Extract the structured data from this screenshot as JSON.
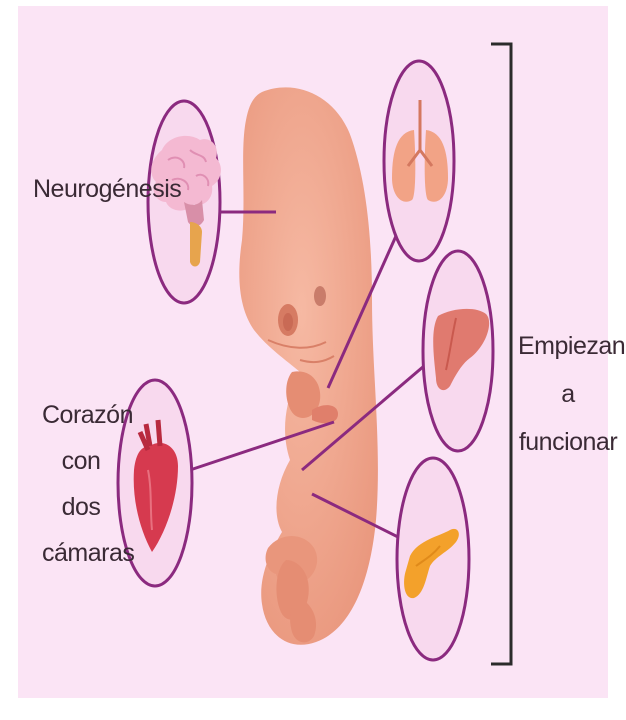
{
  "labels": {
    "neurogenesis": "Neurogénesis",
    "heart": [
      "Corazón",
      "con dos",
      "cámaras"
    ],
    "bracket": [
      "Empiezan",
      "a funcionar"
    ]
  },
  "organs": [
    "brain",
    "lungs",
    "liver",
    "heart",
    "pancreas"
  ],
  "colors": {
    "background": "#fbe4f5",
    "embryo": "#f2a78f",
    "circle_stroke": "#8b2a7f",
    "connector": "#8b2a7f",
    "bracket": "#2b2b2b"
  }
}
